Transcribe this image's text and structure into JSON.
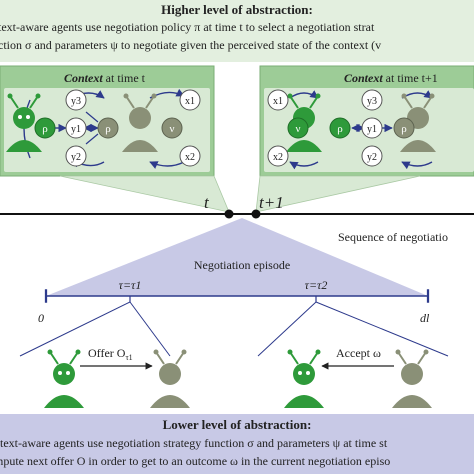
{
  "higher": {
    "title": "Higher level of abstraction:",
    "line1": "ntext-aware agents use negotiation policy π at time t to select a negotiation strat",
    "line2": "nction σ and parameters ψ to negotiate given the perceived state of the context (v"
  },
  "context_left": {
    "title_bold": "Context",
    "title_rest": " at time t",
    "nodes": [
      "y3",
      "y1",
      "y2",
      "ρ",
      "ν",
      "x1",
      "x2"
    ]
  },
  "context_right": {
    "title_bold": "Context",
    "title_rest": " at time t+1",
    "nodes": [
      "x1",
      "x2",
      "ν",
      "ρ",
      "y3",
      "y1",
      "y2"
    ]
  },
  "timeline": {
    "t_label": "t",
    "t1_label": "t+1",
    "sequence_label": "Sequence of negotiatio"
  },
  "episode": {
    "title": "Negotiation episode",
    "tau1": "τ=τ1",
    "tau2": "τ=τ2",
    "start": "0",
    "end": "dl"
  },
  "actions": {
    "offer": "Offer O",
    "offer_sub": "τ1",
    "accept": "Accept ω"
  },
  "lower": {
    "title": "Lower level of abstraction:",
    "line1": "ntext-aware agents use negotiation strategy function σ and parameters ψ at time st",
    "line2": "mpute next offer O  in order to get to an outcome ω in the current negotiation episo"
  },
  "colors": {
    "green_bg": "#dcebd8",
    "green_panel": "#8fc58a",
    "agent_green": "#2e9a3a",
    "agent_gray": "#8a9077",
    "episode_fill": "#c8c9e6",
    "axis_blue": "#2d3a8c"
  }
}
